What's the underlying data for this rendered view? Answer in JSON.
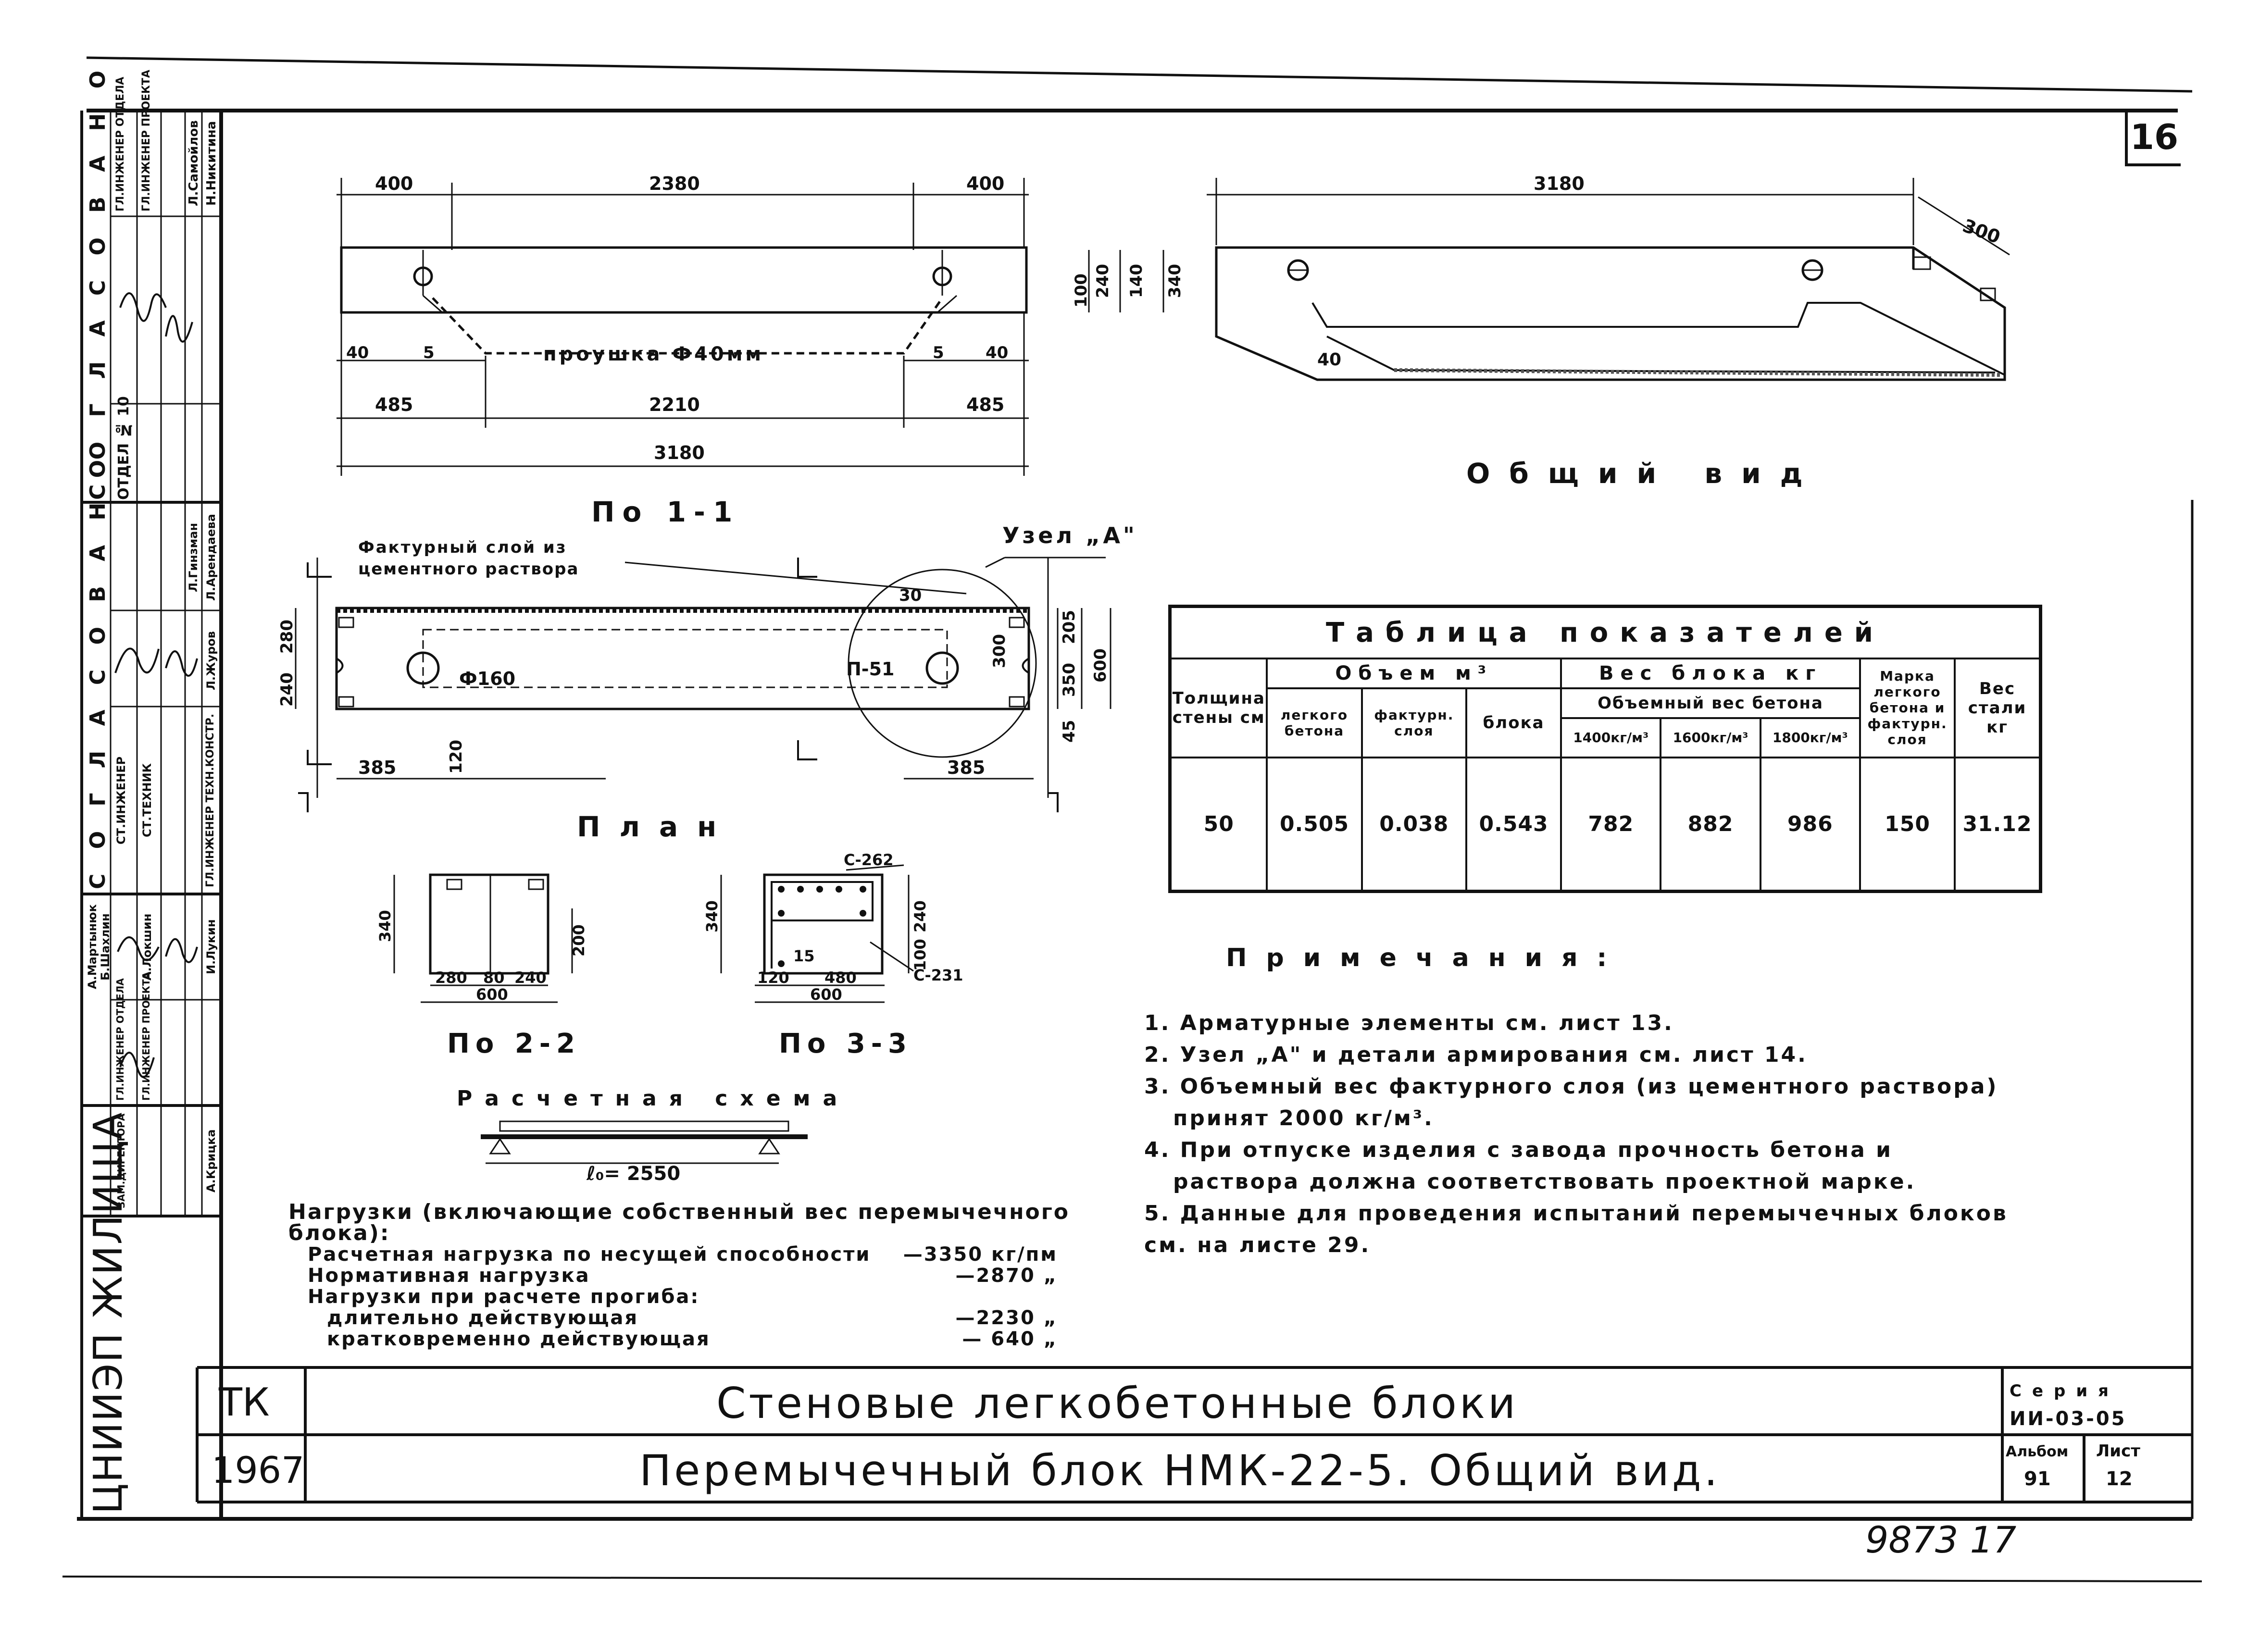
{
  "sheet_number": "16",
  "approval_side": {
    "title_top": "С О Г Л А С О В А Н О",
    "title_mid": "С О Г Л А С О В А Н О",
    "dept_label": "ОТДЕЛ № 10",
    "roles_top": [
      "ГЛ.ИНЖЕНЕР ОТДЕЛА",
      "ГЛ.ИНЖЕНЕР ПРОЕКТА"
    ],
    "names_top": [
      "Л.Самойлов",
      "Н.Никитина"
    ],
    "roles_mid": [
      "СТ.ИНЖЕНЕР",
      "СТ.ТЕХНИК",
      "ГЛ.ИНЖЕНЕР ТЕХН.КОНСТР."
    ],
    "names_mid": [
      "Л.Гинзман",
      "Л.Арендаева",
      "Л.Журов"
    ],
    "roles_low": [
      "ГЛ.ИНЖЕНЕР ОТДЕЛА",
      "ГЛ.ИНЖЕНЕР ПРОЕКТА",
      "ЗАМ.ДИРЕКТОРА"
    ],
    "names_low": [
      "А.Мартынюк",
      "Б.Шахлин",
      "А.Локшин",
      "И.Лукин",
      "А.Крицка"
    ],
    "institute": "ЦНИИЭП ЖИЛИЩА"
  },
  "views": {
    "section_1_1": "По 1-1",
    "general_view": "Общий вид",
    "plan": "План",
    "section_2_2": "По 2-2",
    "section_3_3": "По 3-3",
    "calc_scheme": "Расчетная схема",
    "node_a": "Узел „А\"",
    "facing_layer_1": "Фактурный слой из",
    "facing_layer_2": "цементного раствора",
    "hole_label": "проушка Ф40мм",
    "diam_label": "Ф160",
    "p51": "П-51",
    "span_label": "ℓ₀= 2550",
    "c262": "С-262",
    "c231": "С-231"
  },
  "dims": {
    "d400a": "400",
    "d2380": "2380",
    "d400b": "400",
    "d3180a": "3180",
    "d3180b": "3180",
    "d485a": "485",
    "d2210": "2210",
    "d485b": "485",
    "d40a": "40",
    "d5a": "5",
    "d5b": "5",
    "d40b": "40",
    "d100": "100",
    "d240": "240",
    "d140": "140",
    "d340": "340",
    "d300": "300",
    "d280": "280",
    "d80": "80",
    "d240b": "240",
    "d385a": "385",
    "d385b": "385",
    "d120": "120",
    "d30": "30",
    "d205": "205",
    "d350": "350",
    "d600": "600",
    "d45": "45",
    "d300b": "300",
    "s22_340": "340",
    "s22_200": "200",
    "s22_280": "280",
    "s22_80": "80",
    "s22_240": "240",
    "s22_600": "600",
    "s33_340": "340",
    "s33_240": "240",
    "s33_100": "100",
    "s33_120": "120",
    "s33_15": "15",
    "s33_480": "480",
    "s33_600": "600"
  },
  "table": {
    "title": "Таблица показателей",
    "h_thickness": "Толщина стены см",
    "h_volume": "Объем м³",
    "h_vol_light": "легкого бетона",
    "h_vol_facing": "фактурн. слоя",
    "h_vol_block": "блока",
    "h_weight": "Вес блока кг",
    "h_density": "Объемный вес бетона",
    "h_d1400": "1400кг/м³",
    "h_d1600": "1600кг/м³",
    "h_d1800": "1800кг/м³",
    "h_grade": "Марка легкого бетона и фактурн. слоя",
    "h_steel": "Вес стали кг",
    "row": [
      "50",
      "0.505",
      "0.038",
      "0.543",
      "782",
      "882",
      "986",
      "150",
      "31.12"
    ]
  },
  "notes": {
    "title": "Примечания:",
    "items": [
      "1. Арматурные элементы см. лист 13.",
      "2. Узел „А\" и детали армирования см. лист 14.",
      "3. Объемный вес фактурного слоя (из цементного раствора)",
      "   принят 2000 кг/м³.",
      "4. При отпуске изделия с завода прочность бетона и",
      "   раствора должна соответствовать проектной марке.",
      "5. Данные для проведения испытаний перемычечных блоков",
      "см. на листе 29."
    ]
  },
  "loads": {
    "header": "Нагрузки (включающие собственный вес перемычечного блока):",
    "rows": [
      {
        "label": "Расчетная нагрузка по несущей способности",
        "value": "—3350 кг/пм"
      },
      {
        "label": "Нормативная нагрузка",
        "value": "—2870 „"
      },
      {
        "label": "Нагрузки при расчете прогиба:",
        "value": ""
      },
      {
        "label": "длительно действующая",
        "value": "—2230 „"
      },
      {
        "label": "кратковременно действующая",
        "value": "— 640 „"
      }
    ]
  },
  "title_block": {
    "code_tk": "ТК",
    "year": "1967",
    "title1": "Стеновые легкобетонные блоки",
    "title2": "Перемычечный блок НМК-22-5. Общий вид.",
    "series_label": "Серия",
    "series_value": "ИИ-03-05",
    "album_label": "Альбом",
    "album_value": "91",
    "sheet_label": "Лист",
    "sheet_value": "12"
  },
  "stamp_number": "9873  17"
}
